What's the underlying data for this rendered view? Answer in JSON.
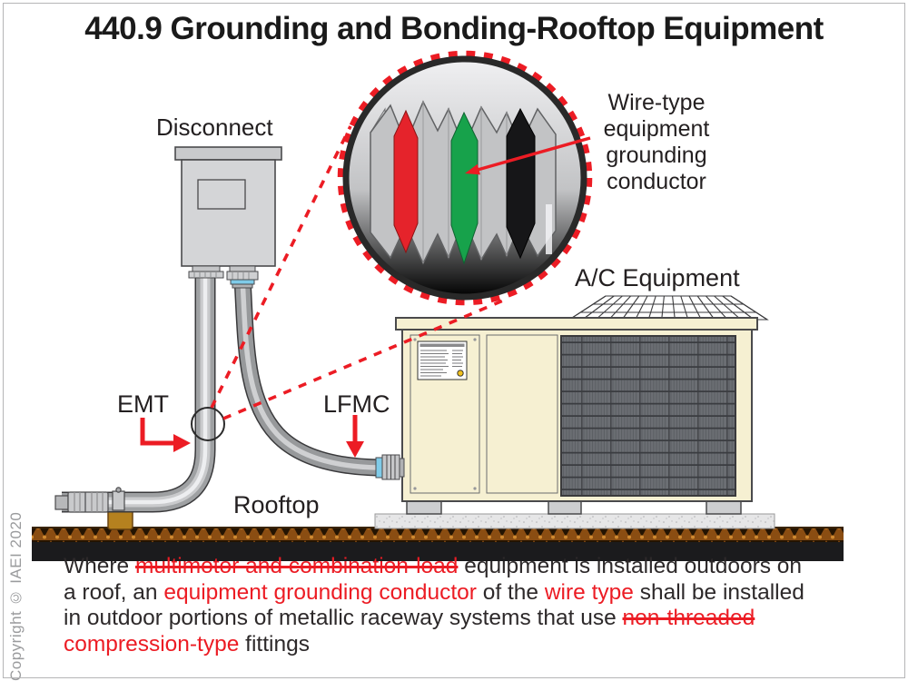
{
  "title": "440.9 Grounding and Bonding-Rooftop Equipment",
  "copyright": "Copyright © IAEI 2020",
  "labels": {
    "disconnect": "Disconnect",
    "ac_equipment": "A/C Equipment",
    "emt": "EMT",
    "lfmc": "LFMC",
    "rooftop": "Rooftop",
    "wire_label_lines": [
      "Wire-type",
      "equipment",
      "grounding",
      "conductor"
    ]
  },
  "paragraph": {
    "lines": [
      {
        "segments": [
          {
            "text": "Where "
          },
          {
            "text": "multimotor and combination-load"
          },
          {
            "text": " equipment is installed outdoors on"
          }
        ]
      },
      {
        "segments": [
          {
            "text": "a roof, an "
          },
          {
            "text": "equipment grounding conductor"
          },
          {
            "text": " of the "
          },
          {
            "text": "wire type"
          },
          {
            "text": " shall be installed"
          }
        ]
      },
      {
        "segments": [
          {
            "text": "in outdoor portions of metallic raceway systems that use "
          },
          {
            "text": "non-threaded"
          }
        ]
      },
      {
        "segments": [
          {
            "text": "compression-type"
          },
          {
            "text": " fittings"
          }
        ]
      }
    ]
  },
  "colors": {
    "accent_red": "#ec1c24",
    "wire_red": "#e5232b",
    "wire_green": "#17a24b",
    "wire_black": "#161618",
    "unit_cream": "#f6f0d2",
    "metal_gray": "#9fa1a3"
  }
}
